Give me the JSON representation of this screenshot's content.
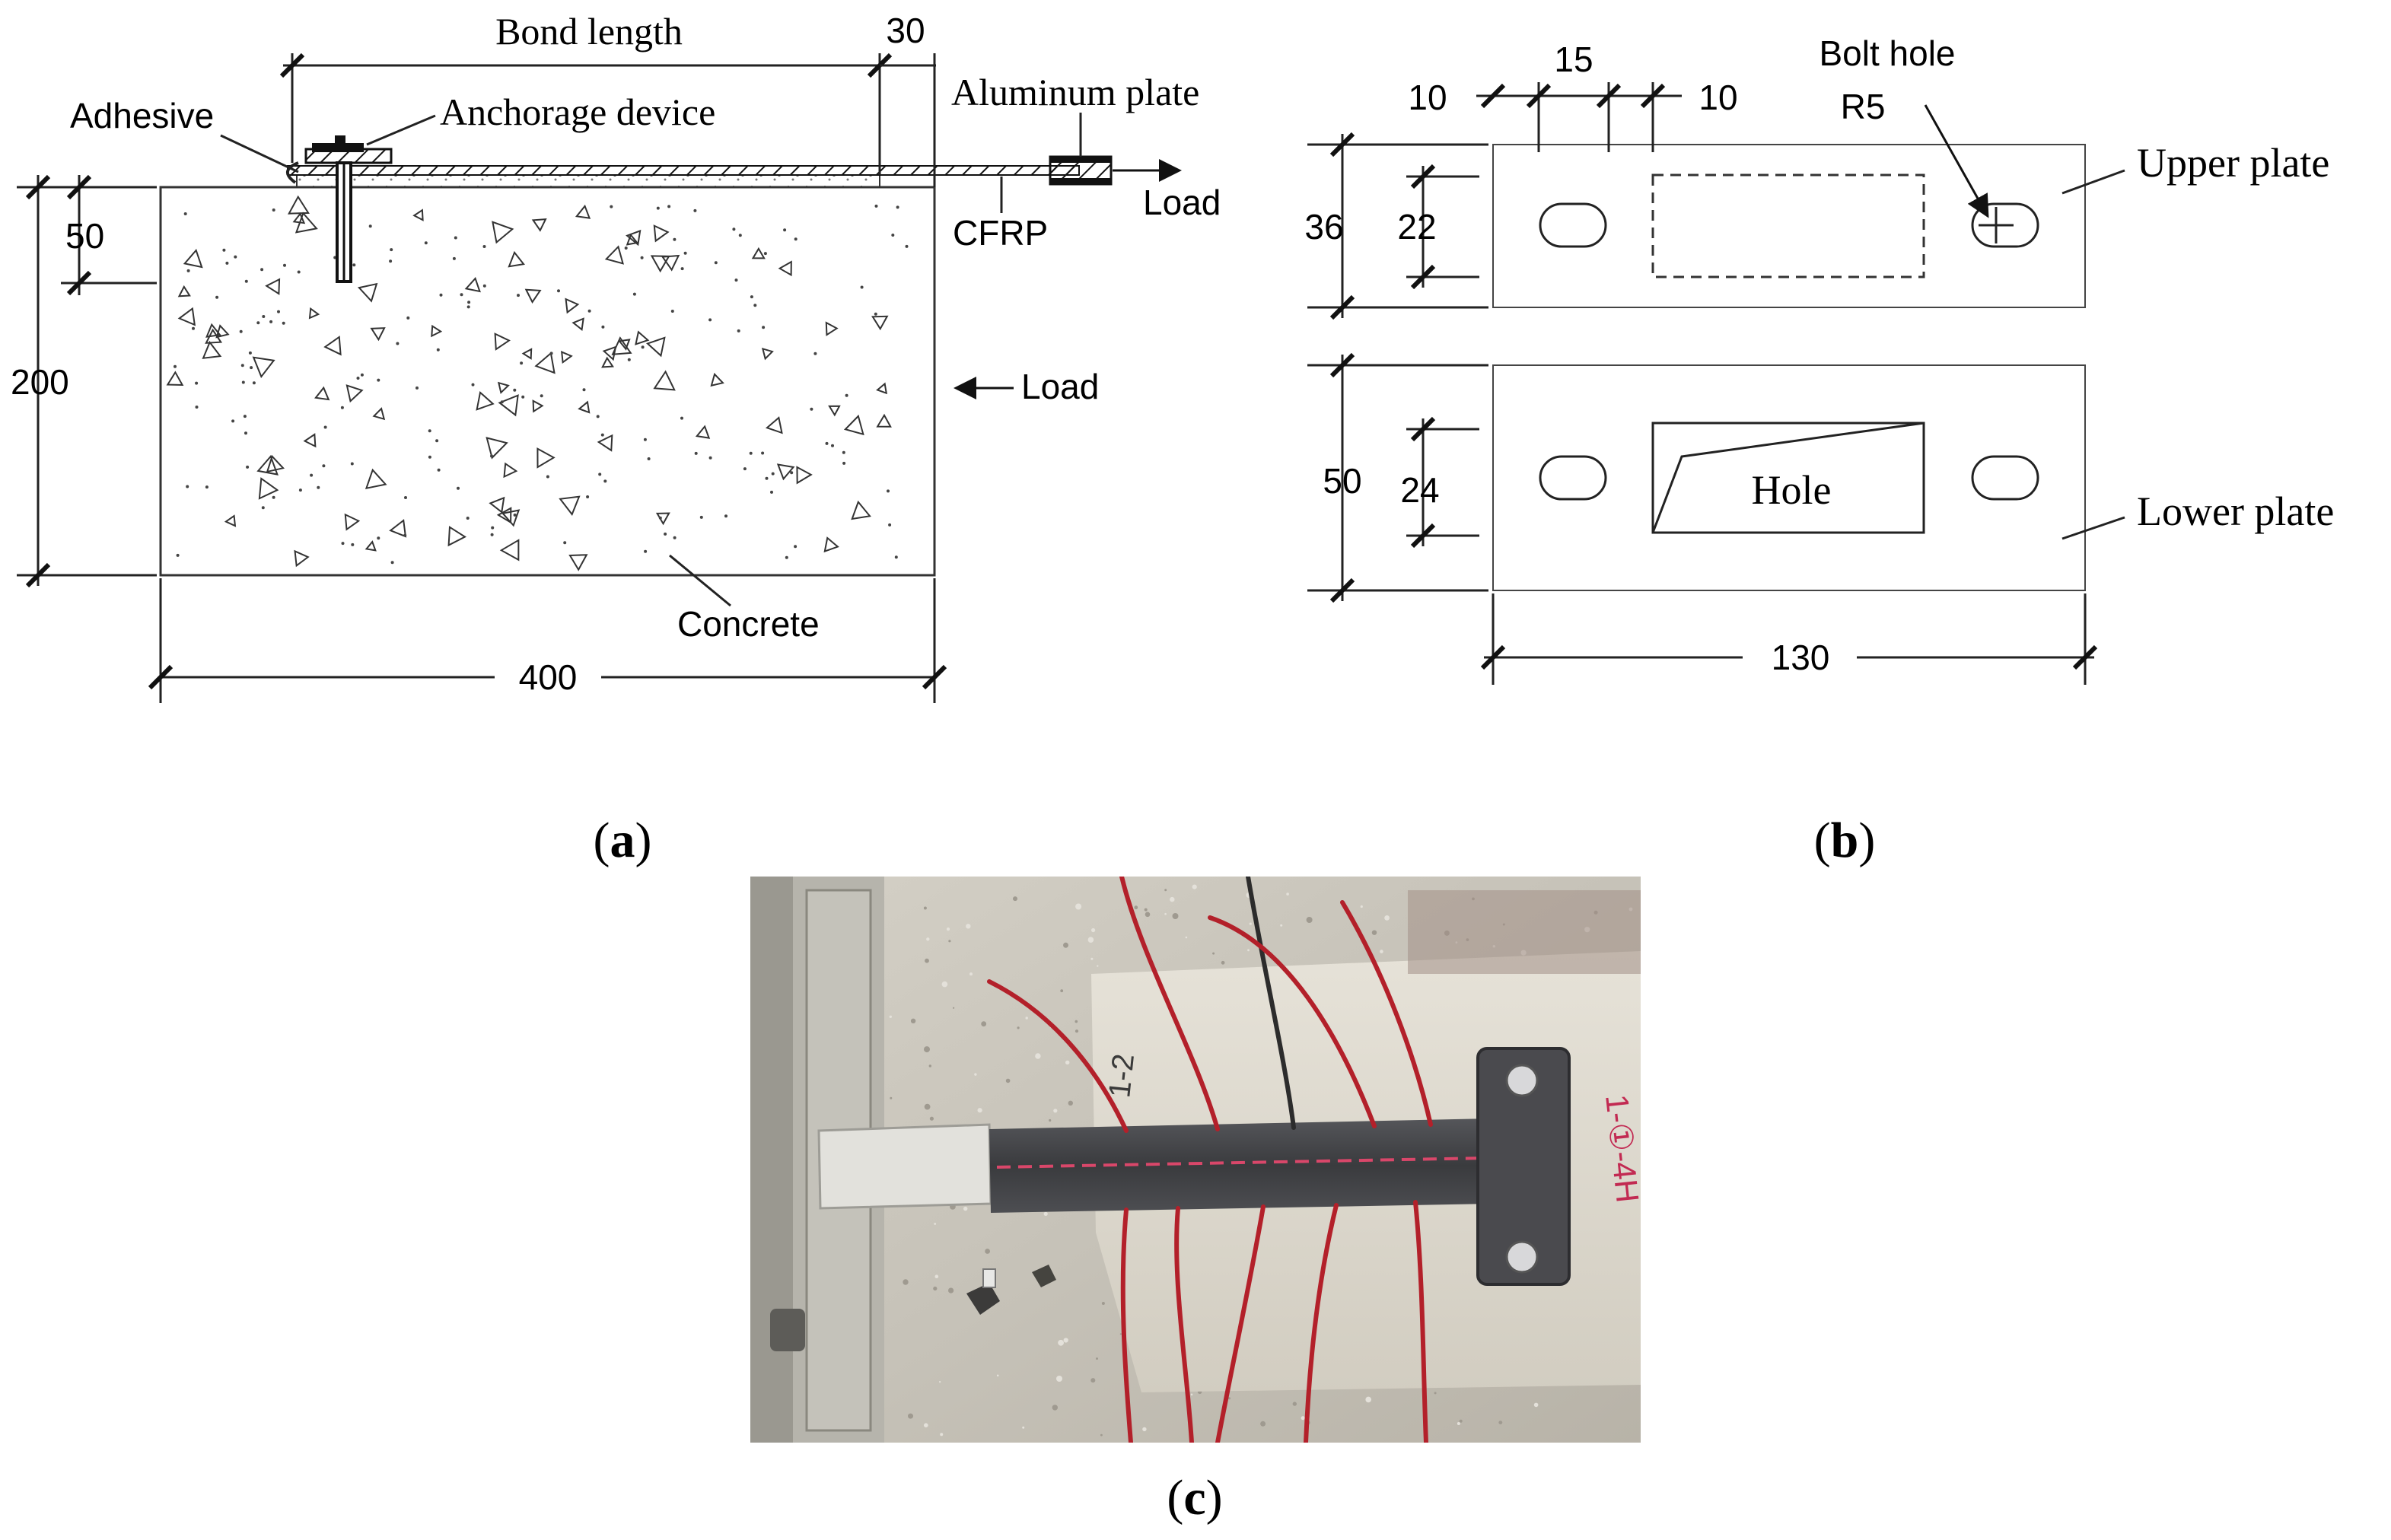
{
  "panel_a": {
    "label_prefix": "(",
    "label_letter": "a",
    "label_suffix": ")",
    "bond_length": "Bond length",
    "dim_30": "30",
    "aluminum_plate": "Aluminum plate",
    "adhesive": "Adhesive",
    "anchorage_device": "Anchorage device",
    "load_top": "Load",
    "cfrp": "CFRP",
    "dim_50": "50",
    "dim_200": "200",
    "load_side": "Load",
    "concrete": "Concrete",
    "dim_400": "400"
  },
  "panel_b": {
    "label_prefix": "(",
    "label_letter": "b",
    "label_suffix": ")",
    "dim_10_left": "10",
    "dim_15": "15",
    "dim_10_right": "10",
    "bolt_hole": "Bolt hole",
    "r5": "R5",
    "upper_plate": "Upper plate",
    "dim_36": "36",
    "dim_22": "22",
    "dim_50": "50",
    "dim_24": "24",
    "hole": "Hole",
    "lower_plate": "Lower plate",
    "dim_130": "130"
  },
  "panel_c": {
    "label_prefix": "(",
    "label_letter": "c",
    "label_suffix": ")",
    "marks": [
      "1-2",
      "1-①-4H"
    ]
  },
  "colors": {
    "line": "#222222",
    "concrete_fill": "#ffffff",
    "cfrp_dark": "#3a3a3c",
    "wire_red": "#b3202a",
    "photo_floor": "#c8c4bb"
  }
}
